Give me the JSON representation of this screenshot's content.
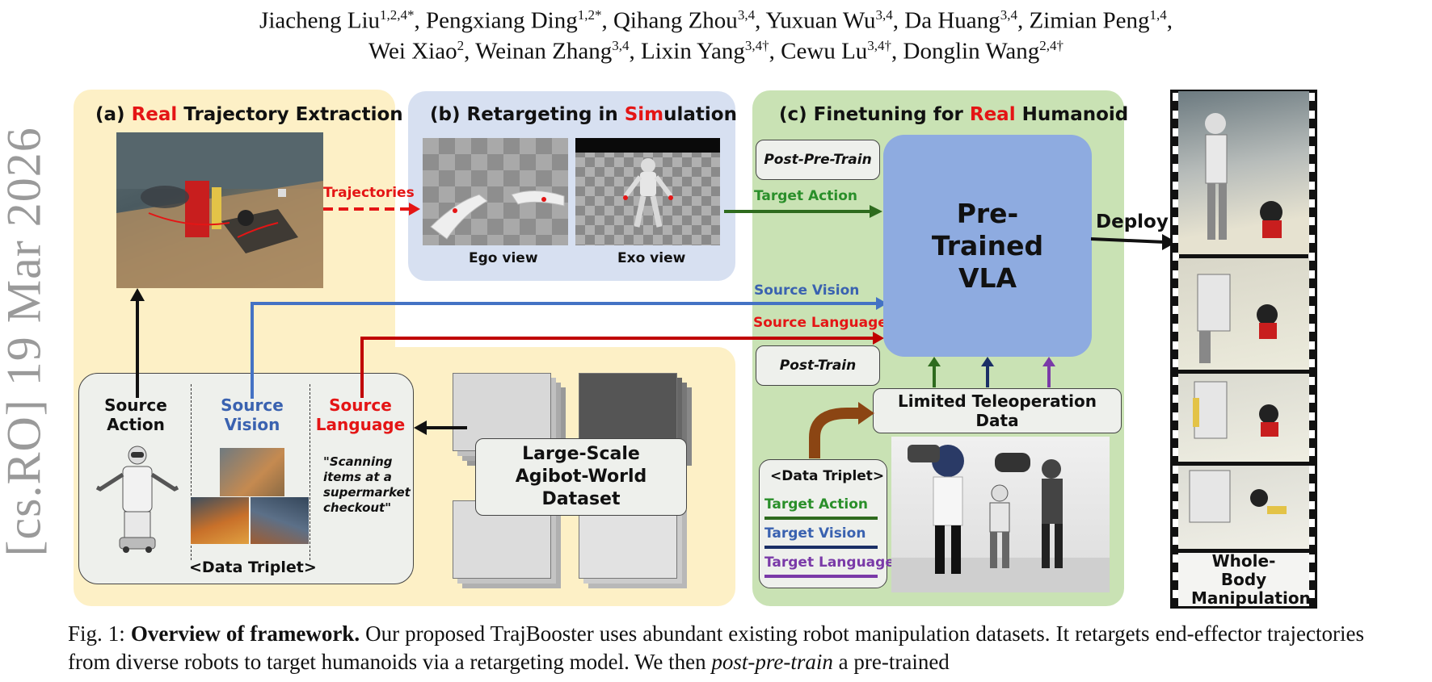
{
  "authors": {
    "line1": [
      {
        "name": "Jiacheng Liu",
        "sup": "1,2,4*"
      },
      {
        "name": "Pengxiang Ding",
        "sup": "1,2*"
      },
      {
        "name": "Qihang Zhou",
        "sup": "3,4"
      },
      {
        "name": "Yuxuan Wu",
        "sup": "3,4"
      },
      {
        "name": "Da Huang",
        "sup": "3,4"
      },
      {
        "name": "Zimian Peng",
        "sup": "1,4"
      }
    ],
    "line2": [
      {
        "name": "Wei Xiao",
        "sup": "2"
      },
      {
        "name": "Weinan Zhang",
        "sup": "3,4"
      },
      {
        "name": "Lixin Yang",
        "sup": "3,4†"
      },
      {
        "name": "Cewu Lu",
        "sup": "3,4†"
      },
      {
        "name": "Donglin Wang",
        "sup": "2,4†"
      }
    ]
  },
  "arxiv_stamp": "[cs.RO]  19 Mar 2026",
  "figure": {
    "panel_a": {
      "prefix": "(a) ",
      "highlight": "Real",
      "suffix": " Trajectory Extraction"
    },
    "panel_b": {
      "prefix": "(b) Retargeting in ",
      "highlight": "Sim",
      "suffix": "ulation"
    },
    "panel_c": {
      "prefix": "(c) Finetuning for ",
      "highlight": "Real",
      "suffix": " Humanoid"
    },
    "trajectories_label": "Trajectories",
    "ego_view": "Ego view",
    "exo_view": "Exo view",
    "source_action": "Source Action",
    "source_vision": "Source Vision",
    "source_language": "Source Language",
    "quote": "\"Scanning items at a supermarket checkout\"",
    "data_triplet_left": "<Data Triplet>",
    "dataset": "Large-Scale Agibot-World Dataset",
    "post_pre_train": "Post-Pre-Train",
    "post_train": "Post-Train",
    "target_action_arrow": "Target Action",
    "source_vision_arrow": "Source Vision",
    "source_language_arrow": "Source Language",
    "vla": "Pre-Trained VLA",
    "deploy": "Deploy",
    "teleop": "Limited Teleoperation Data",
    "triplet_box": {
      "title": "<Data Triplet>",
      "items": [
        "Target Action",
        "Target Vision",
        "Target Language"
      ]
    },
    "whole_body": "Whole-Body Manipulation",
    "colors": {
      "red": "#e41515",
      "green": "#2a8f2a",
      "blue": "#3a62b0",
      "purple": "#7a3aa8",
      "yellow_panel": "#fdf0c6",
      "blue_panel": "#d7e0f1",
      "green_panel": "#c9e2b4",
      "vla_box": "#8eabe0"
    }
  },
  "caption": {
    "label": "Fig. 1:",
    "bold": "Overview of framework.",
    "text1": " Our proposed TrajBooster uses abundant existing robot manipulation datasets. It retargets end-effector trajectories from diverse robots to target humanoids via a retargeting model. We then ",
    "italic": "post-pre-train",
    "text2": " a pre-trained"
  }
}
